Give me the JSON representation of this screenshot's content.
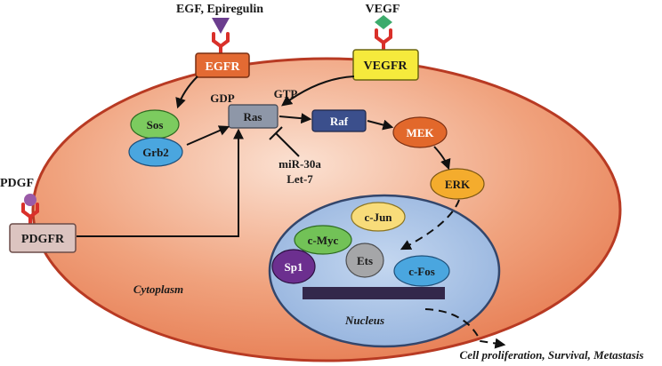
{
  "ligands": {
    "egf": "EGF, Epiregulin",
    "vegf": "VEGF",
    "pdgf": "PDGF"
  },
  "receptors": {
    "egfr": "EGFR",
    "vegfr": "VEGFR",
    "pdgfr": "PDGFR"
  },
  "molecules": {
    "sos": "Sos",
    "grb2": "Grb2",
    "ras": "Ras",
    "raf": "Raf",
    "mek": "MEK",
    "erk": "ERK",
    "gdp": "GDP",
    "gtp": "GTP",
    "mir30a": "miR-30a",
    "let7": "Let-7"
  },
  "nucleus": {
    "label": "Nucleus",
    "factors": {
      "cjun": "c-Jun",
      "cmyc": "c-Myc",
      "ets": "Ets",
      "sp1": "Sp1",
      "cfos": "c-Fos"
    }
  },
  "compartments": {
    "cytoplasm": "Cytoplasm"
  },
  "outcome": "Cell proliferation, Survival, Metastasis",
  "colors": {
    "cell_fill": "#e98a63",
    "cell_stroke": "#b83a23",
    "receptor_red": "#d9302a",
    "egfr_box": "#e36a33",
    "vegfr_box": "#f6ea3c",
    "pdgfr_box": "#dcc4c0",
    "sos": "#7ccb5f",
    "grb2": "#4aa6df",
    "ras": "#8e97a8",
    "raf": "#3b4f8c",
    "mek": "#e2682b",
    "erk": "#f4ac2d",
    "nucleus_fill": "#a6c2e6",
    "nucleus_stroke": "#33466b",
    "cjun": "#f8dc7a",
    "cmyc": "#72c257",
    "ets": "#a5a6a8",
    "sp1": "#6c2f8f",
    "cfos": "#4aa6df",
    "dna_bar": "#33284b",
    "egf_ligand": "#6b3d8e",
    "vegf_ligand": "#3dab6c",
    "pdgf_ligand": "#9a5ba8"
  }
}
